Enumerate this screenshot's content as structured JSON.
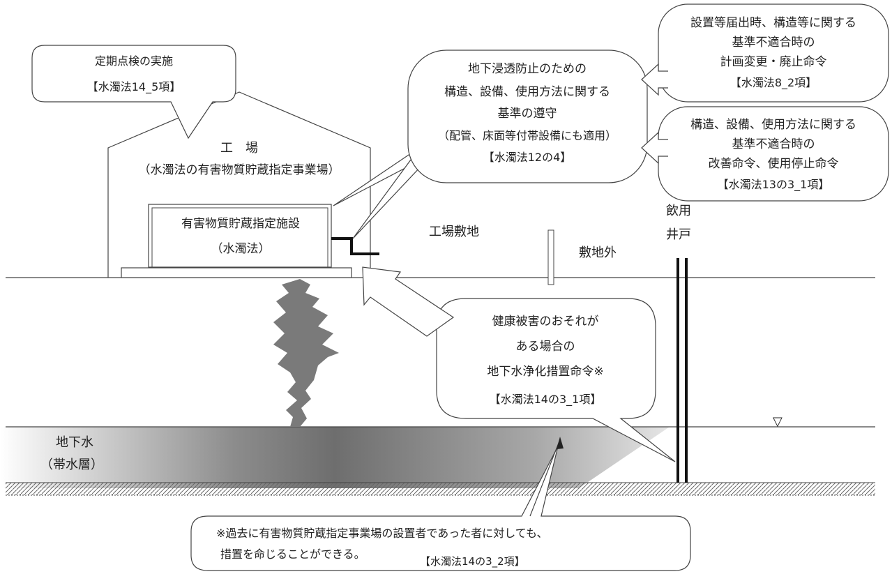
{
  "factory": {
    "title": "工　場",
    "subtitle": "（水濁法の有害物質貯蔵指定事業場）"
  },
  "facility": {
    "line1": "有害物質貯蔵指定施設",
    "line2": "（水濁法）"
  },
  "site": {
    "factory_site": "工場敷地",
    "outside_site": "敷地外"
  },
  "well": {
    "line1": "飲用",
    "line2": "井戸"
  },
  "groundwater": {
    "line1": "地下水",
    "line2": "（帯水層）",
    "water_level_symbol": "▽"
  },
  "callouts": {
    "inspection": {
      "line1": "定期点検の実施",
      "line2": "【水濁法14_5項】"
    },
    "standards": {
      "line1": "地下浸透防止のための",
      "line2": "構造、設備、使用方法に関する",
      "line3": "基準の遵守",
      "line4": "（配管、床面等付帯設備にも適用）",
      "line5": "【水濁法12の4】"
    },
    "plan_change": {
      "line1": "設置等届出時、構造等に関する",
      "line2": "基準不適合時の",
      "line3": "計画変更・廃止命令",
      "line4": "【水濁法8_2項】"
    },
    "improvement": {
      "line1": "構造、設備、使用方法に関する",
      "line2": "基準不適合時の",
      "line3": "改善命令、使用停止命令",
      "line4": "【水濁法13の3_1項】"
    },
    "purification": {
      "line1": "健康被害のおそれが",
      "line2": "ある場合の",
      "line3": "地下水浄化措置命令※",
      "line4": "【水濁法14の3_1項】"
    },
    "note": {
      "line1": "※過去に有害物質貯蔵指定事業場の設置者であった者に対しても、",
      "line2": "措置を命じることができる。",
      "line3": "【水濁法14の3_2項】"
    }
  },
  "colors": {
    "line": "#444444",
    "leak": "#7a7a7a",
    "plume_dark": "#6e6e6e",
    "bubble_stroke": "#444444"
  }
}
